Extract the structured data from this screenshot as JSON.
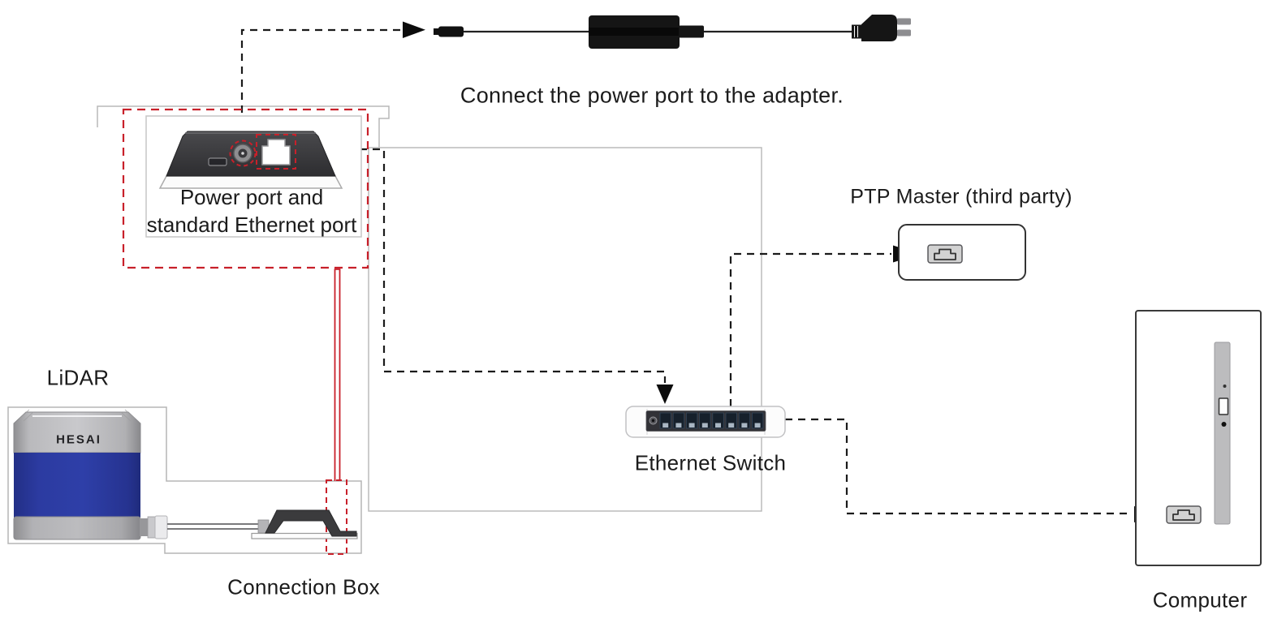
{
  "caption": "Connect the power port to the adapter.",
  "labels": {
    "lidar": "LiDAR",
    "connection_box": "Connection Box",
    "ethernet_switch": "Ethernet Switch",
    "ptp_master": "PTP Master (third party)",
    "computer": "Computer",
    "power_ethernet_ports": "Power port and standard Ethernet port"
  },
  "lidar": {
    "brand": "HESAI"
  },
  "icons": {
    "ptp_port": "ethernet-port-icon",
    "computer_port": "ethernet-port-icon",
    "arrows": "solid-black-triangle-arrow"
  },
  "colors": {
    "highlight_red": "#c8202a",
    "lidar_blue": "#2b3a9d",
    "dashed_line_black": "#1a1a1a",
    "outline_gray": "#b5b5b5",
    "device_dark": "#3b3b3d"
  }
}
